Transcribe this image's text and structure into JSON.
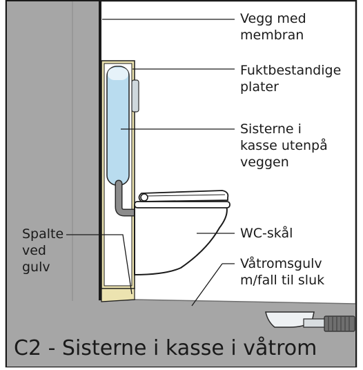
{
  "caption": "C2 - Sisterne i kasse i våtrom",
  "labels": {
    "wall_membrane": [
      "Vegg med",
      "membran"
    ],
    "moisture_boards": [
      "Fuktbestandige",
      "plater"
    ],
    "cistern": [
      "Sisterne i",
      "kasse utenpå",
      "veggen"
    ],
    "bowl": [
      "WC-skål"
    ],
    "floor": [
      "Våtromsgulv",
      "m/fall til sluk"
    ],
    "gap": [
      "Spalte",
      "ved",
      "gulv"
    ]
  },
  "colors": {
    "wall_gray": "#a6a6a6",
    "floor_gray": "#a6a6a6",
    "membrane": "#1a1a1a",
    "boards": "#ece3b0",
    "cistern": "#b9dcef",
    "cistern_outline": "#2a2a2a",
    "pipe": "#8c8c8c",
    "toilet": "#ffffff",
    "frame": "#1a1a1a"
  }
}
